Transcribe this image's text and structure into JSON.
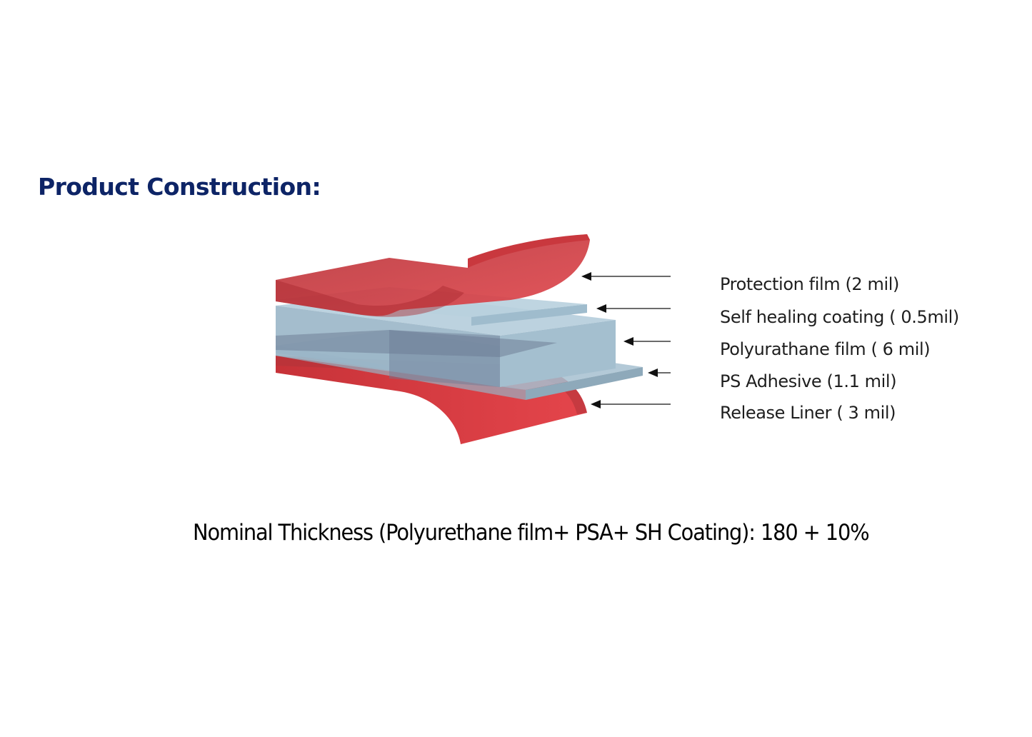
{
  "heading": "Product Construction:",
  "layers": [
    {
      "label": "Protection film (2 mil)",
      "color": "#c9353c"
    },
    {
      "label": "Self healing coating ( 0.5mil)",
      "color": "#a9c4d6"
    },
    {
      "label": "Polyurathane film ( 6 mil)",
      "color": "#9bb6c8"
    },
    {
      "label": "PS Adhesive (1.1 mil)",
      "color": "#b0c8d6"
    },
    {
      "label": "Release Liner ( 3 mil)",
      "color": "#d8393f"
    }
  ],
  "footnote": "Nominal Thickness (Polyurethane film+ PSA+ SH Coating): 180 + 10%",
  "colors": {
    "heading": "#0d2466",
    "red_film": "#cf3a40",
    "blue_film": "#9fbdd0",
    "arrow": "#222222"
  }
}
